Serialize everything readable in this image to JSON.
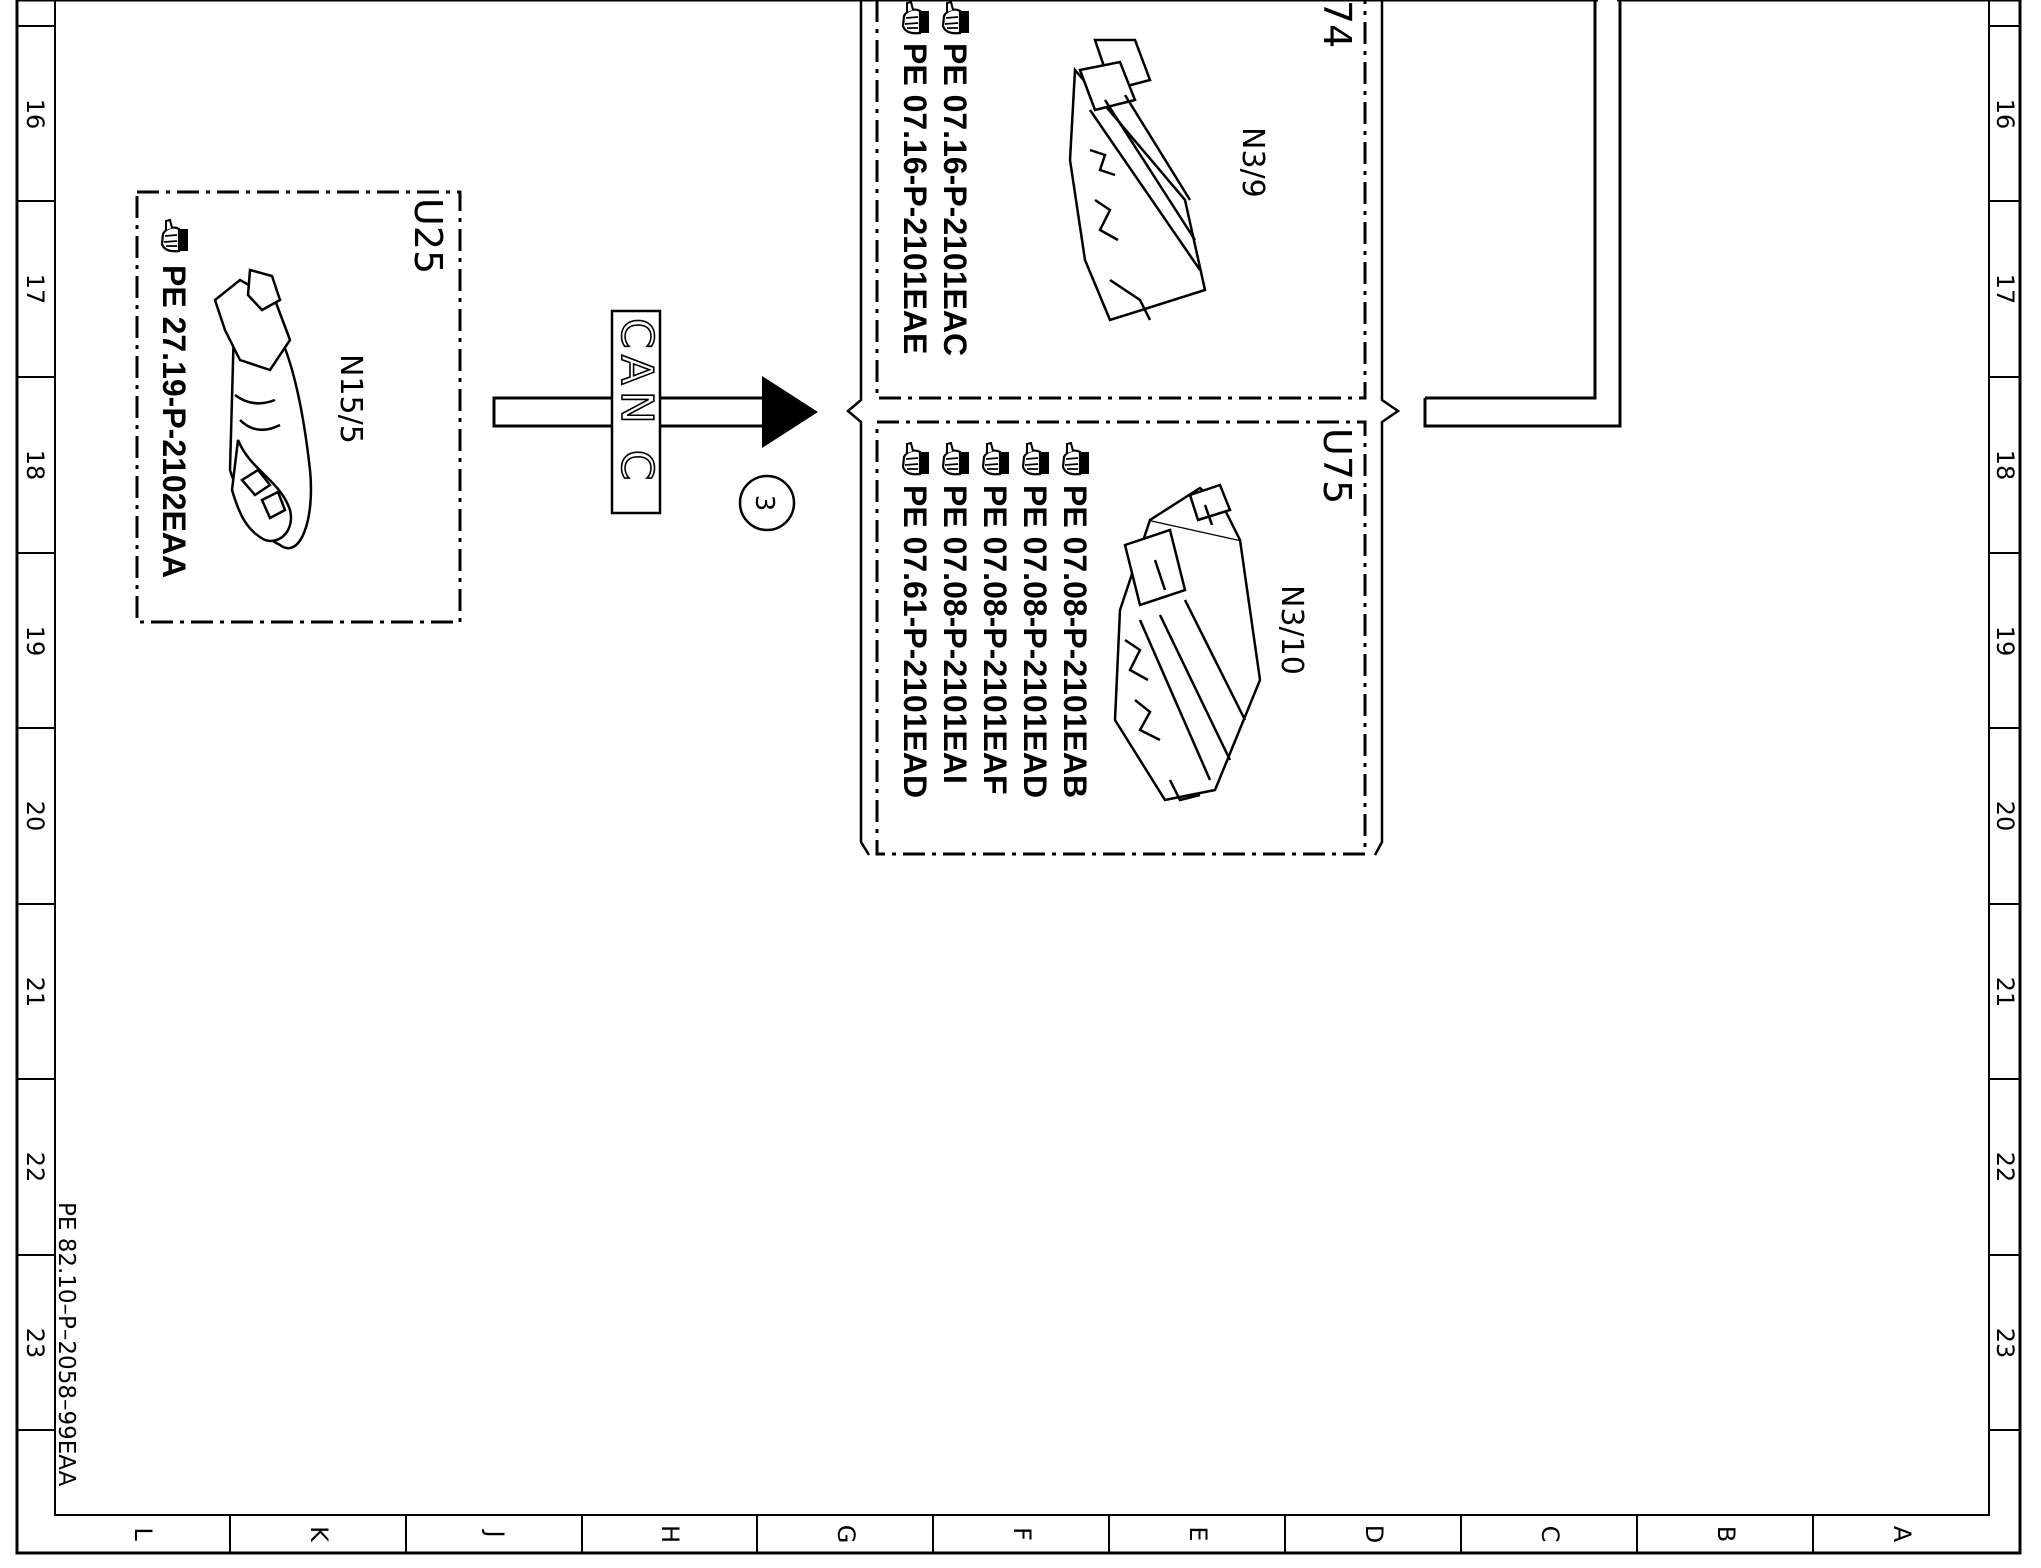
{
  "drawing_id": "PE 82.10–P–2058–99EAA",
  "row_labels": [
    "16",
    "17",
    "18",
    "19",
    "20",
    "21",
    "22",
    "23"
  ],
  "column_labels": [
    "L",
    "K",
    "J",
    "H",
    "G",
    "F",
    "E",
    "D",
    "C",
    "B",
    "A"
  ],
  "bus": {
    "label": "CAN C",
    "ref_number": "3"
  },
  "modules": [
    {
      "location": "U25",
      "component": "N15/5",
      "refs": [
        "PE 27.19-P-2102EAA"
      ]
    },
    {
      "location": "74",
      "component": "N3/9",
      "refs": [
        "PE 07.16-P-2101EAC",
        "PE 07.16-P-2101EAE"
      ]
    },
    {
      "location": "U75",
      "component": "N3/10",
      "refs": [
        "PE 07.08-P-2101EAB",
        "PE 07.08-P-2101EAD",
        "PE 07.08-P-2101EAF",
        "PE 07.08-P-2101EAI",
        "PE 07.61-P-2101EAD"
      ]
    }
  ]
}
